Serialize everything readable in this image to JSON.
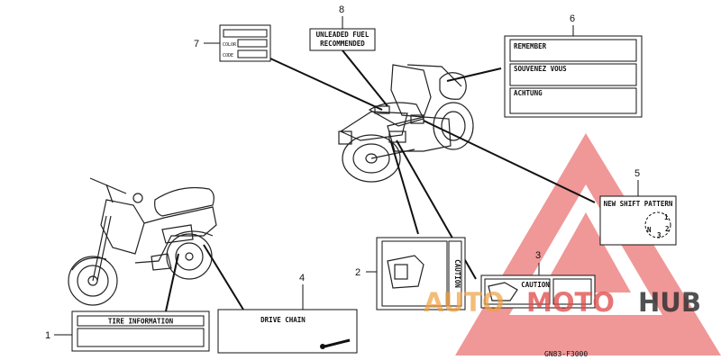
{
  "callouts": {
    "c1": "1",
    "c2": "2",
    "c3": "3",
    "c4": "4",
    "c5": "5",
    "c6": "6",
    "c7": "7",
    "c8": "8"
  },
  "labels": {
    "tire_information": "TIRE INFORMATION",
    "drive_chain": "DRIVE CHAIN",
    "caution_vertical": "CAUTION",
    "caution": "CAUTION",
    "new_shift_pattern": "NEW SHIFT PATTERN",
    "shift_n": "N",
    "shift_1": "1",
    "shift_2": "2",
    "shift_3": "3",
    "remember": "REMEMBER",
    "souvenez_vous": "SOUVENEZ VOUS",
    "achtung": "ACHTUNG",
    "color": "COLOR",
    "code": "CODE",
    "unleaded_line1": "UNLEADED FUEL",
    "unleaded_line2": "RECOMMENDED"
  },
  "diagram_code": "GN83-F3000",
  "watermark": {
    "brand_part1": "AUTO",
    "brand_part2": "MOTO",
    "brand_part3": "HUB",
    "color_red": "#e04848",
    "color_orange": "#f0a040",
    "color_dark": "#333333"
  }
}
